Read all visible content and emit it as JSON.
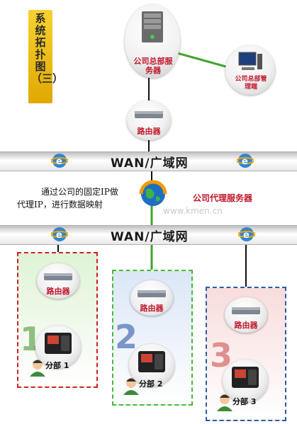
{
  "title": "系统拓扑图（三）",
  "nodes": {
    "hq_server_label": "公司总部服务器",
    "hq_admin_label": "公司总部管理端",
    "router_label": "路由器",
    "proxy_label": "公司代理服务器"
  },
  "wan_label": "WAN/广域网",
  "note_lines": [
    "通过公司的固定IP做",
    "代理IP，进行数据映射"
  ],
  "watermark": "www.kmen.cn",
  "branches": [
    {
      "number": "1",
      "router_label": "路由器",
      "device_label": "分部 1",
      "color": "#cc2222",
      "bg": "#dff3d6"
    },
    {
      "number": "2",
      "router_label": "路由器",
      "device_label": "分部 2",
      "color": "#44bb33",
      "bg": "#dbe6f6"
    },
    {
      "number": "3",
      "router_label": "路由器",
      "device_label": "分部 3",
      "color": "#2a5aa8",
      "bg": "#f8dcdc"
    }
  ],
  "colors": {
    "link_green": "#3fa52d",
    "link_dark": "#111111",
    "label_red": "#c0182c",
    "title_bg": "#f2c417"
  }
}
